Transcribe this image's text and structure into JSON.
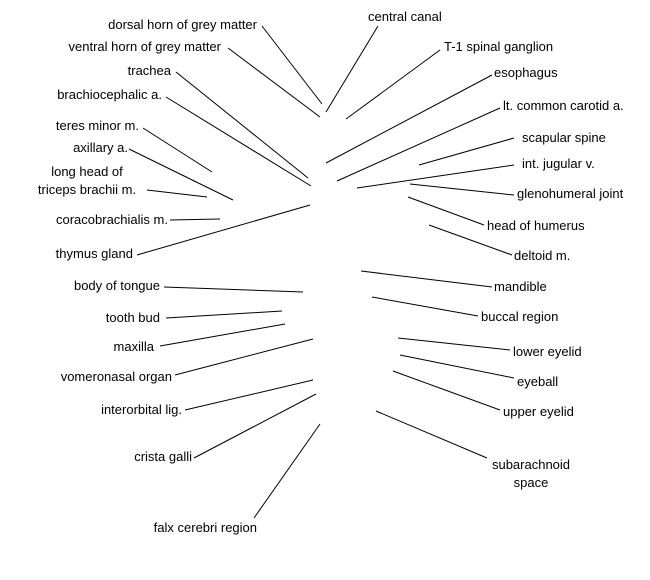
{
  "labels": {
    "dorsal_horn": "dorsal horn of grey matter",
    "ventral_horn": "ventral horn of grey matter",
    "trachea": "trachea",
    "brachiocephalic": "brachiocephalic a.",
    "teres_minor": "teres minor m.",
    "axillary": "axillary a.",
    "long_head_1": "long head of",
    "long_head_2": "triceps brachii m.",
    "coracobrachialis": "coracobrachialis m.",
    "thymus": "thymus gland",
    "body_of_tongue": "body of tongue",
    "tooth_bud": "tooth bud",
    "maxilla": "maxilla",
    "vomeronasal": "vomeronasal organ",
    "interorbital": "interorbital lig.",
    "crista_galli": "crista galli",
    "falx_cerebri": "falx cerebri region",
    "central_canal": "central canal",
    "t1_ganglion": "T-1 spinal ganglion",
    "esophagus": "esophagus",
    "lt_carotid": "lt. common carotid a.",
    "scapular_spine": "scapular spine",
    "int_jugular": "int. jugular v.",
    "glenohumeral": "glenohumeral joint",
    "head_humerus": "head of humerus",
    "deltoid": "deltoid m.",
    "mandible": "mandible",
    "buccal": "buccal region",
    "lower_eyelid": "lower eyelid",
    "eyeball": "eyeball",
    "upper_eyelid": "upper eyelid",
    "subarachnoid_1": "subarachnoid",
    "subarachnoid_2": "space"
  },
  "colors": {
    "line": "#000000",
    "text": "#000000",
    "background": "#ffffff"
  }
}
